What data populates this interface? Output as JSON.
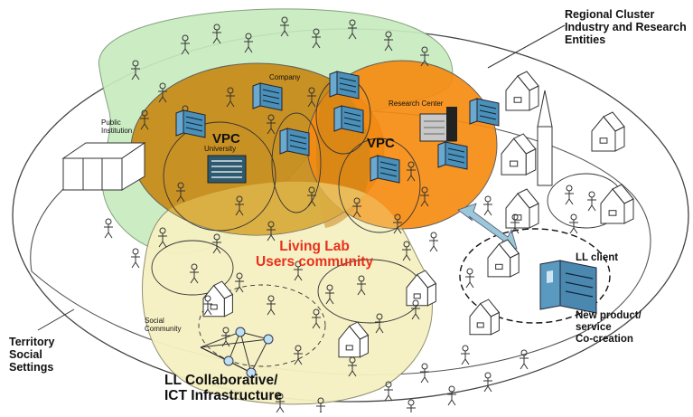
{
  "labels": {
    "regional_cluster": [
      "Regional Cluster",
      "Industry and Research",
      "Entities"
    ],
    "public_institution": [
      "Public",
      "Institution"
    ],
    "company": "Company",
    "university": "University",
    "research_center": "Research Center",
    "vpc_left": "VPC",
    "vpc_right": "VPC",
    "living_lab": [
      "Living Lab",
      "Users community"
    ],
    "ll_client": "LL client",
    "co_creation": [
      "New product/",
      "service",
      "Co-creation"
    ],
    "social_community": [
      "Social",
      "Community"
    ],
    "territory": [
      "Territory",
      "Social",
      "Settings"
    ],
    "ll_infrastructure": [
      "LL Collaborative/",
      "ICT Infrastructure"
    ]
  },
  "colors": {
    "green_zone": "#c8ecc0",
    "yellow_zone": "#f6f1c2",
    "vpc_university": "#c88a16",
    "vpc_research": "#f68b12",
    "living_lab_text": "#e8301c",
    "building_teal": "#4a90b8",
    "arrow": "#9ac8d8",
    "node": "#bfe0ee"
  }
}
